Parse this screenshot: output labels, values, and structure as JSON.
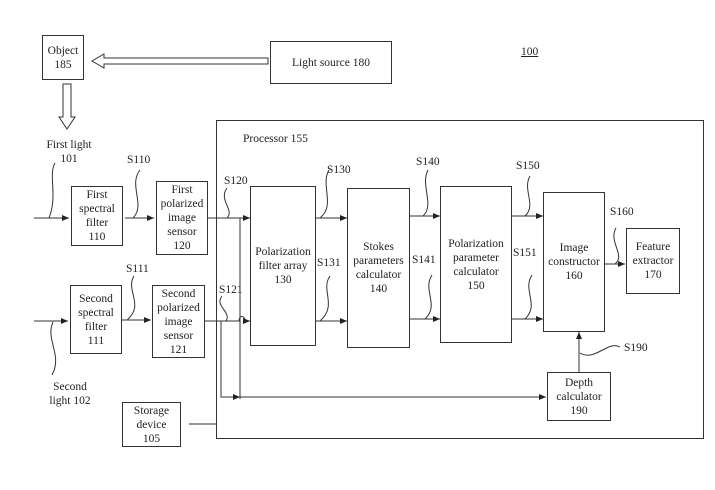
{
  "figure_ref": "100",
  "processor_label": "Processor 155",
  "blocks": {
    "object": "Object\n185",
    "light_source": "Light source 180",
    "first_spectral_filter": "First\nspectral\nfilter\n110",
    "second_spectral_filter": "Second\nspectral\nfilter\n111",
    "first_polarized_sensor": "First\npolarized\nimage\nsensor\n120",
    "second_polarized_sensor": "Second\npolarized\nimage\nsensor\n121",
    "polarization_filter_array": "Polarization\nfilter array\n130",
    "stokes_calculator": "Stokes\nparameters\ncalculator\n140",
    "polarization_parameter_calculator": "Polarization\nparameter\ncalculator\n150",
    "image_constructor": "Image\nconstructor\n160",
    "feature_extractor": "Feature\nextractor\n170",
    "depth_calculator": "Depth\ncalculator\n190",
    "storage_device": "Storage\ndevice\n105"
  },
  "lights": {
    "first": "First light\n101",
    "second": "Second\nlight 102"
  },
  "signals": {
    "s110": "S110",
    "s111": "S111",
    "s120": "S120",
    "s121": "S121",
    "s130": "S130",
    "s131": "S131",
    "s140": "S140",
    "s141": "S141",
    "s150": "S150",
    "s151": "S151",
    "s160": "S160",
    "s190": "S190"
  }
}
